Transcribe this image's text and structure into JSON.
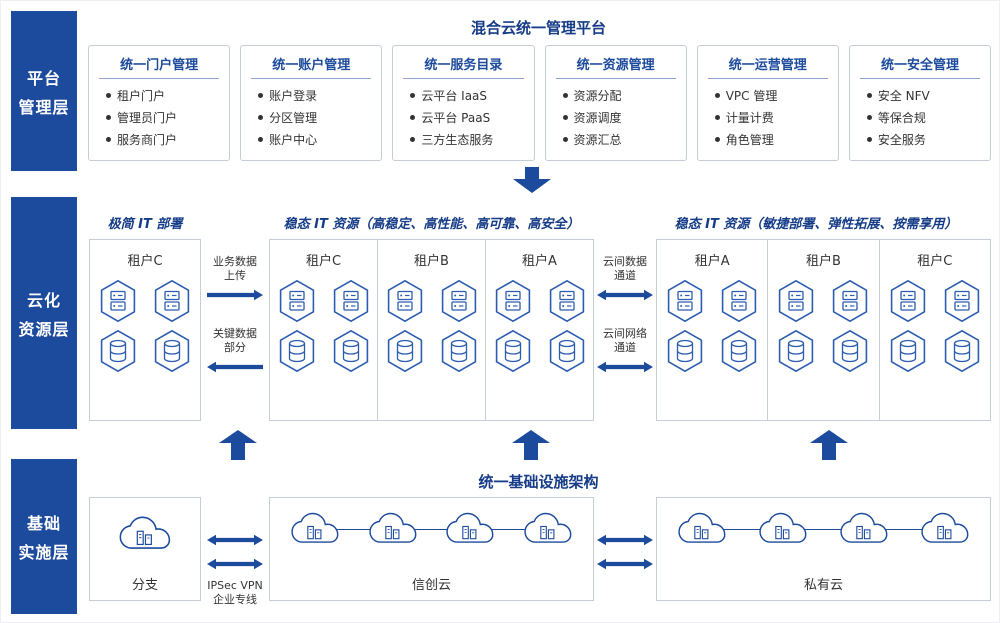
{
  "palette": {
    "primary_blue": "#1c4a9c",
    "title_navy": "#163c88",
    "icon_blue": "#2b5cb0",
    "box_border": "#c6ccd8",
    "text_dark": "#333333"
  },
  "icons": {
    "server_hex": "server-hexagon-icon",
    "database_hex": "database-hexagon-icon",
    "cloud_dc": "cloud-datacenter-icon",
    "arrow_down": "down-block-arrow-icon",
    "arrow_up": "up-block-arrow-icon",
    "arrow_double": "double-headed-arrow-icon"
  },
  "platform_layer": {
    "sidebar": {
      "line1": "平台",
      "line2": "管理层"
    },
    "title": "混合云统一管理平台",
    "modules": [
      {
        "title": "统一门户管理",
        "items": [
          "租户门户",
          "管理员门户",
          "服务商门户"
        ]
      },
      {
        "title": "统一账户管理",
        "items": [
          "账户登录",
          "分区管理",
          "账户中心"
        ]
      },
      {
        "title": "统一服务目录",
        "items": [
          "云平台 IaaS",
          "云平台 PaaS",
          "三方生态服务"
        ]
      },
      {
        "title": "统一资源管理",
        "items": [
          "资源分配",
          "资源调度",
          "资源汇总"
        ]
      },
      {
        "title": "统一运营管理",
        "items": [
          "VPC 管理",
          "计量计费",
          "角色管理"
        ]
      },
      {
        "title": "统一安全管理",
        "items": [
          "安全 NFV",
          "等保合规",
          "安全服务"
        ]
      }
    ]
  },
  "resource_layer": {
    "sidebar": {
      "line1": "云化",
      "line2": "资源层"
    },
    "header_left": "极简 IT 部署",
    "header_middle": "稳态 IT 资源（高稳定、高性能、高可靠、高安全）",
    "header_right": "稳态 IT 资源（敏捷部署、弹性拓展、按需享用）",
    "left_tenant": "租户C",
    "middle_tenants": [
      "租户C",
      "租户B",
      "租户A"
    ],
    "right_tenants": [
      "租户A",
      "租户B",
      "租户C"
    ],
    "left_links": [
      {
        "line1": "业务数据",
        "line2": "上传"
      },
      {
        "line1": "关键数据",
        "line2": "部分"
      }
    ],
    "right_links": [
      {
        "line1": "云间数据",
        "line2": "通道"
      },
      {
        "line1": "云间网络",
        "line2": "通道"
      }
    ]
  },
  "infra_layer": {
    "sidebar": {
      "line1": "基础",
      "line2": "实施层"
    },
    "title": "统一基础设施架构",
    "branch_label": "分支",
    "xinchuang_label": "信创云",
    "private_label": "私有云",
    "vpn_label": {
      "line1": "IPSec VPN",
      "line2": "企业专线"
    }
  }
}
